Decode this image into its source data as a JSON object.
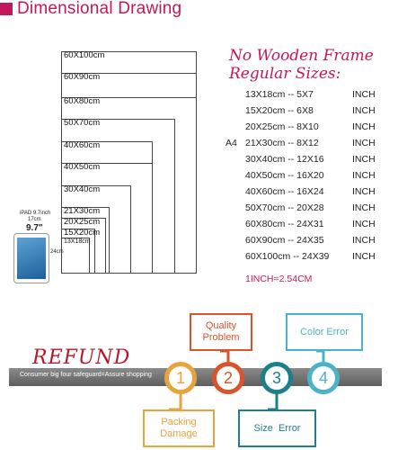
{
  "header": {
    "title": "Dimensional Drawing"
  },
  "frames": [
    {
      "label": "60X100cm"
    },
    {
      "label": "60X90cm"
    },
    {
      "label": "60X80cm"
    },
    {
      "label": "50X70cm"
    },
    {
      "label": "40X60cm"
    },
    {
      "label": "40X50cm"
    },
    {
      "label": "30X40cm"
    },
    {
      "label": "21X30cm"
    },
    {
      "label": "20X25cm"
    },
    {
      "label": "15X20cm"
    },
    {
      "label": "13X18cm"
    }
  ],
  "ipad": {
    "title": "iPAD 9.7inch",
    "width": "17cm",
    "size": "9.7\"",
    "height": "24cm"
  },
  "sizes_title": [
    "No Wooden Frame",
    "Regular Sizes:"
  ],
  "sizes": [
    {
      "prefix": "",
      "size": "13X18cm -- 5X7",
      "unit": "INCH"
    },
    {
      "prefix": "",
      "size": "15X20cm -- 6X8",
      "unit": "INCH"
    },
    {
      "prefix": "",
      "size": "20X25cm -- 8X10",
      "unit": "INCH"
    },
    {
      "prefix": "A4",
      "size": "21X30cm -- 8X12",
      "unit": "INCH"
    },
    {
      "prefix": "",
      "size": "30X40cm -- 12X16",
      "unit": "INCH"
    },
    {
      "prefix": "",
      "size": "40X50cm -- 16X20",
      "unit": "INCH"
    },
    {
      "prefix": "",
      "size": "40X60cm -- 16X24",
      "unit": "INCH"
    },
    {
      "prefix": "",
      "size": "50X70cm -- 20X28",
      "unit": "INCH"
    },
    {
      "prefix": "",
      "size": "60X80cm -- 24X31",
      "unit": "INCH"
    },
    {
      "prefix": "",
      "size": "60X90cm -- 24X35",
      "unit": "INCH"
    },
    {
      "prefix": "",
      "size": "60X100cm -- 24X39",
      "unit": "INCH"
    }
  ],
  "conversion": "1INCH=2.54CM",
  "refund": {
    "title": "REFUND",
    "caption": "Consumer big four safeguard=Assure shopping",
    "steps": [
      {
        "num": "1",
        "label": "Packing Damage",
        "color": "#e8a33d"
      },
      {
        "num": "2",
        "label": "Quality Problem",
        "color": "#d9542c"
      },
      {
        "num": "3",
        "label": "Size  Error",
        "color": "#1e7f8c"
      },
      {
        "num": "4",
        "label": "Color Error",
        "color": "#4bb3c7"
      }
    ]
  }
}
